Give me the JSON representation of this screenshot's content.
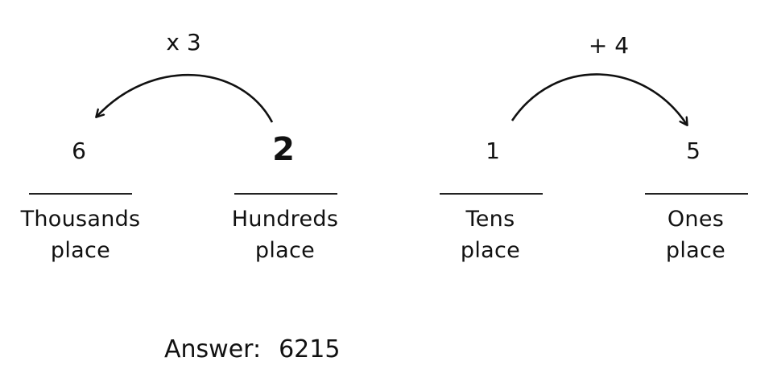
{
  "operations": [
    {
      "label": "x 3"
    },
    {
      "label": "+ 4"
    }
  ],
  "places": [
    {
      "digit": "6",
      "line1": "Thousands",
      "line2": "place",
      "emphasis": false
    },
    {
      "digit": "2",
      "line1": "Hundreds",
      "line2": "place",
      "emphasis": true
    },
    {
      "digit": "1",
      "line1": "Tens",
      "line2": "place",
      "emphasis": false
    },
    {
      "digit": "5",
      "line1": "Ones",
      "line2": "place",
      "emphasis": false
    }
  ],
  "answer": {
    "label": "Answer:",
    "value": "6215"
  }
}
